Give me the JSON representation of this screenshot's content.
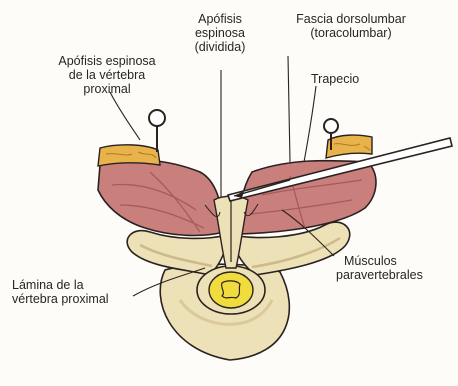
{
  "labels": {
    "spinous_process_proximal": [
      "Apófisis espinosa",
      "de la vértebra",
      "proximal"
    ],
    "spinous_process_divided": [
      "Apófisis",
      "espinosa",
      "(dividida)"
    ],
    "thoracolumbar_fascia": [
      "Fascia dorsolumbar",
      "(toracolumbar)"
    ],
    "trapezius": [
      "Trapecio"
    ],
    "paravertebral_muscles": [
      "Músculos",
      "paravertebrales"
    ],
    "lamina_proximal": [
      "Lámina de la",
      "vértebra proximal"
    ]
  },
  "colors": {
    "muscle": "#c97f7c",
    "muscle_dark": "#a85a5a",
    "bone": "#ede1b8",
    "bone_shadow": "#cdb98a",
    "fat": "#e8b34a",
    "cord": "#f0dc3c",
    "outline": "#2b2220"
  }
}
